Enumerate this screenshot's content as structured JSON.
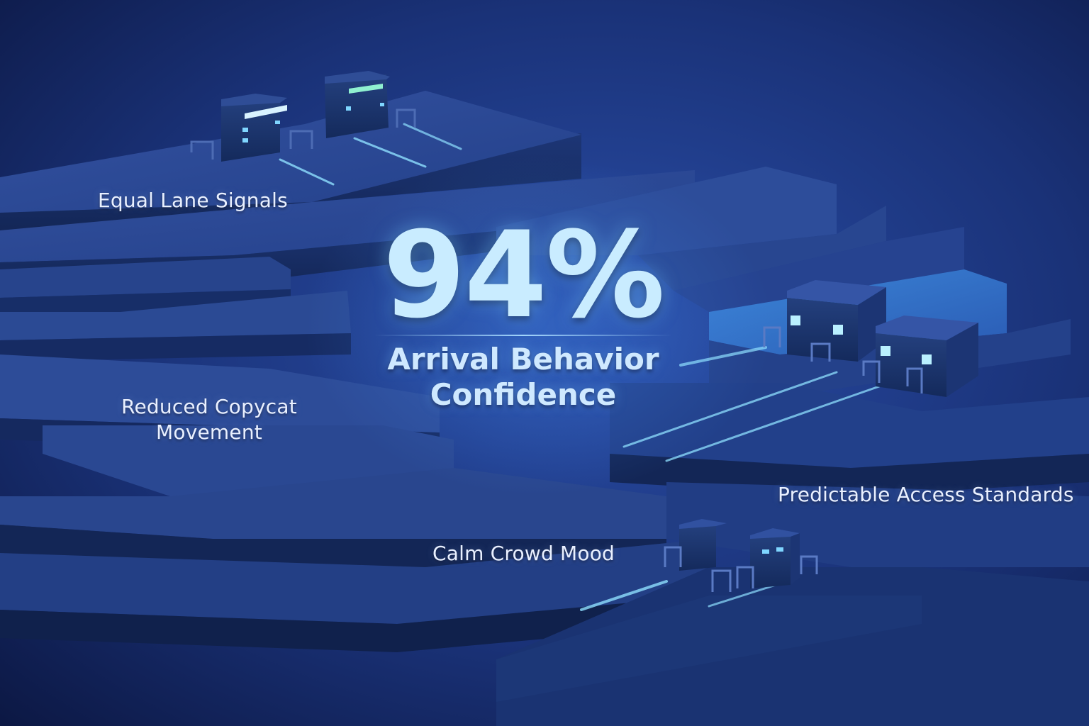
{
  "headline": {
    "value": "94%",
    "caption_line1": "Arrival Behavior",
    "caption_line2": "Confidence"
  },
  "labels": {
    "equal_lane": "Equal Lane Signals",
    "reduced_copycat_line1": "Reduced Copycat",
    "reduced_copycat_line2": "Movement",
    "predictable_access": "Predictable Access Standards",
    "calm_crowd": "Calm Crowd Mood"
  },
  "colors": {
    "background_dark": "#0f1d4a",
    "background_mid": "#1e3a8a",
    "slab_top": "#2a4690",
    "slab_face": "#19306e",
    "glow": "#4fc3ff",
    "headline": "#c9ecff",
    "label_text": "#e9f0ff"
  }
}
